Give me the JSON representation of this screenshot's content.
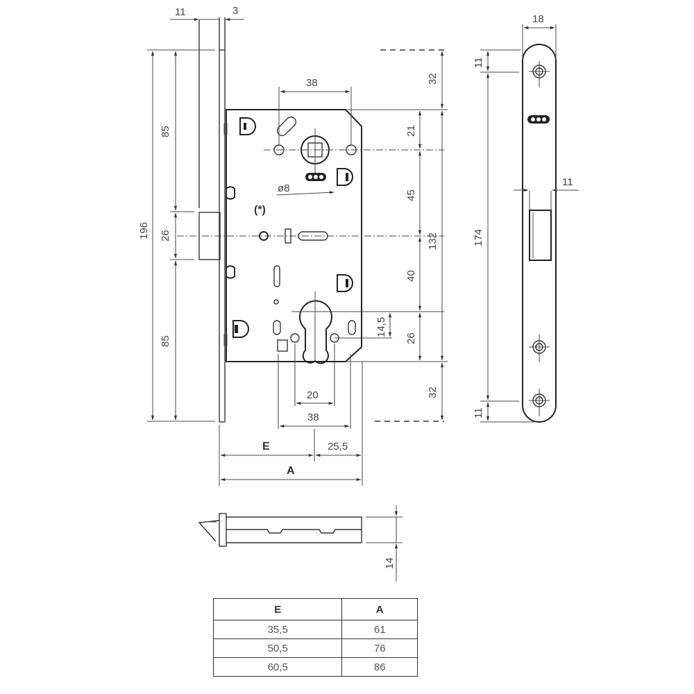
{
  "drawing": {
    "title": "Mortise lock technical drawing",
    "front_view": {
      "top_dims": {
        "faceplate_offset": "11",
        "faceplate_thickness": "3"
      },
      "left_dims": {
        "total_height": "196",
        "upper": "85",
        "latch": "26",
        "lower": "85"
      },
      "spindle_hole_spacing": "38",
      "spindle_diameter_label": "ø8",
      "note_marker": "(*)",
      "right_dims": {
        "top_offset": "32",
        "to_spindle": "21",
        "spindle_to_latch": "45",
        "case_height": "132",
        "latch_to_cyl": "40",
        "cyl_to_bottom": "26",
        "cyl_offset": "14,5",
        "bottom_offset": "32"
      },
      "bottom_dims": {
        "cyl_width": "20",
        "cyl_hole_spacing": "38",
        "backset_label": "E",
        "cyl_to_edge": "25,5",
        "depth_label": "A"
      }
    },
    "side_view": {
      "width": "18",
      "latch_width": "11",
      "screw_offset_top": "11",
      "faceplate_length": "174",
      "screw_offset_bottom": "11"
    },
    "latch_view": {
      "thickness": "14"
    }
  },
  "table": {
    "headers": [
      "E",
      "A"
    ],
    "rows": [
      [
        "35,5",
        "61"
      ],
      [
        "50,5",
        "76"
      ],
      [
        "60,5",
        "86"
      ]
    ]
  }
}
